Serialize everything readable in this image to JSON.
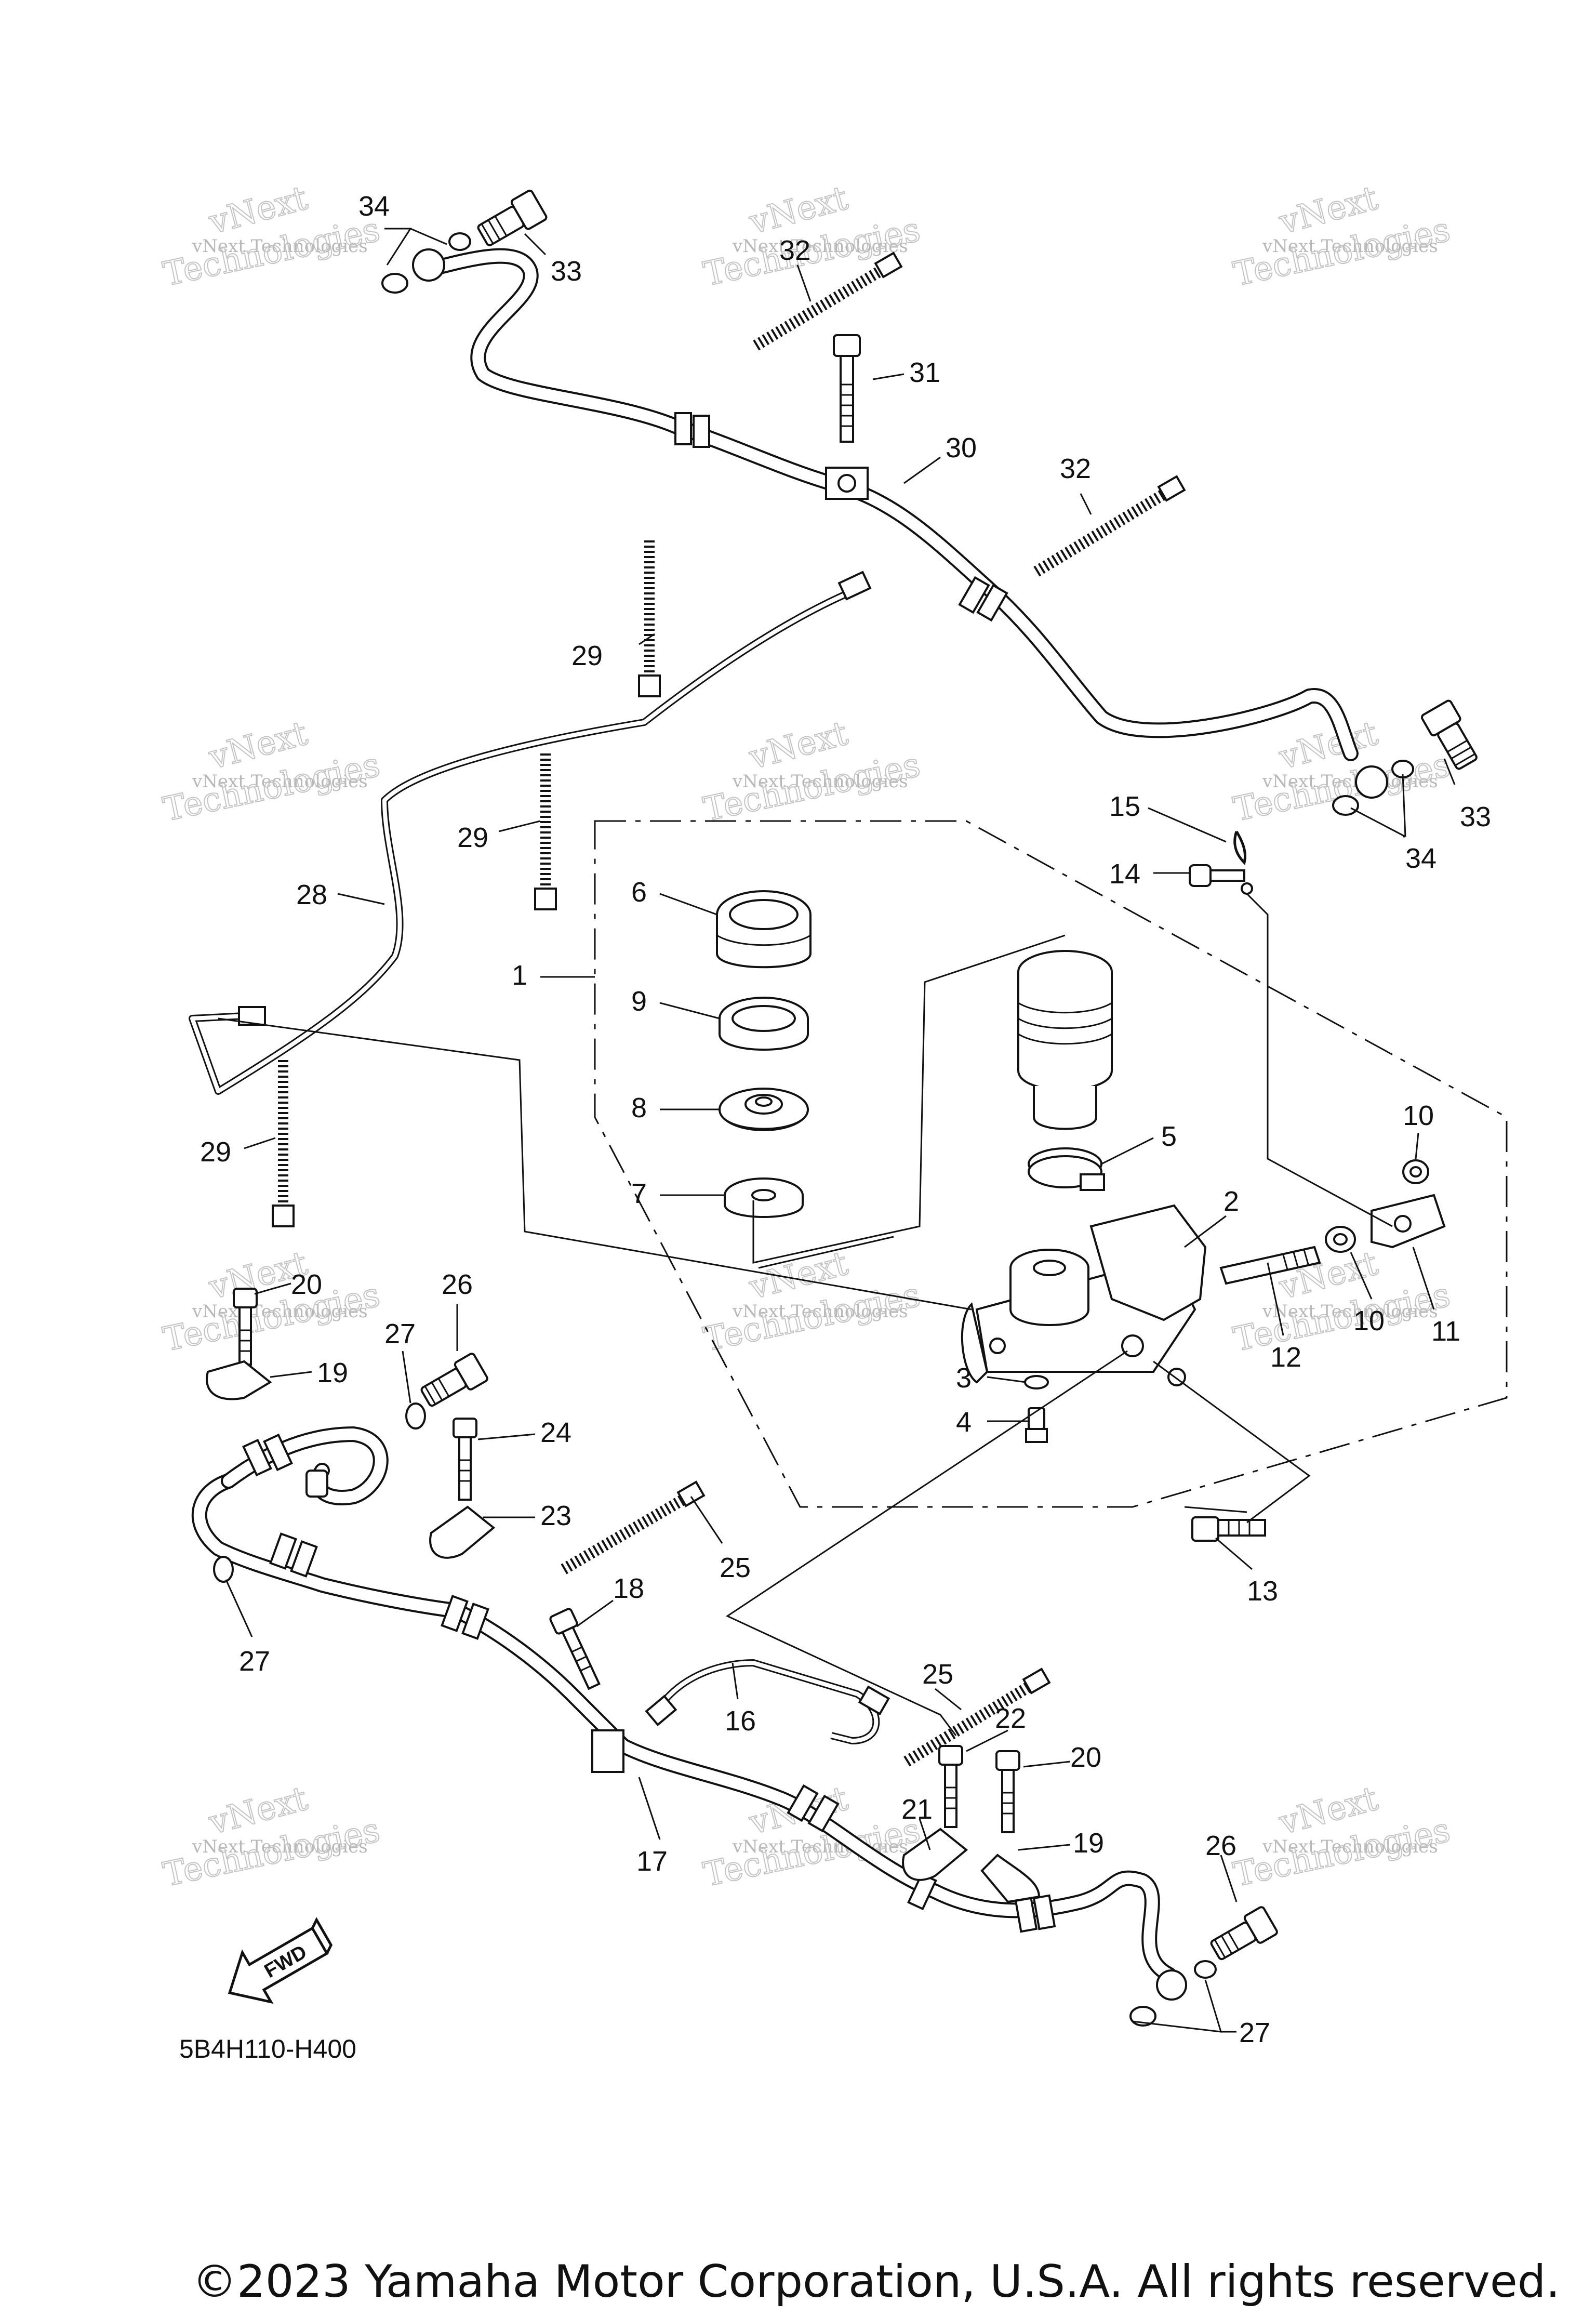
{
  "diagram": {
    "part_code": "5B4H110-H400",
    "copyright": "©2023 Yamaha Motor Corporation, U.S.A. All rights reserved.",
    "fwd_label": "FWD",
    "watermark": {
      "line1": "vNext",
      "line2": "vNext Technologies",
      "line3": "Technologies"
    },
    "callouts": [
      {
        "id": "c34a",
        "text": "34"
      },
      {
        "id": "c33a",
        "text": "33"
      },
      {
        "id": "c32a",
        "text": "32"
      },
      {
        "id": "c31",
        "text": "31"
      },
      {
        "id": "c30",
        "text": "30"
      },
      {
        "id": "c32b",
        "text": "32"
      },
      {
        "id": "c29a",
        "text": "29"
      },
      {
        "id": "c29b",
        "text": "29"
      },
      {
        "id": "c28",
        "text": "28"
      },
      {
        "id": "c29c",
        "text": "29"
      },
      {
        "id": "c15",
        "text": "15"
      },
      {
        "id": "c14",
        "text": "14"
      },
      {
        "id": "c33b",
        "text": "33"
      },
      {
        "id": "c34b",
        "text": "34"
      },
      {
        "id": "c1",
        "text": "1"
      },
      {
        "id": "c6",
        "text": "6"
      },
      {
        "id": "c9",
        "text": "9"
      },
      {
        "id": "c8",
        "text": "8"
      },
      {
        "id": "c7",
        "text": "7"
      },
      {
        "id": "c5",
        "text": "5"
      },
      {
        "id": "c10a",
        "text": "10"
      },
      {
        "id": "c2",
        "text": "2"
      },
      {
        "id": "c11",
        "text": "11"
      },
      {
        "id": "c10b",
        "text": "10"
      },
      {
        "id": "c12",
        "text": "12"
      },
      {
        "id": "c3",
        "text": "3"
      },
      {
        "id": "c4",
        "text": "4"
      },
      {
        "id": "c13",
        "text": "13"
      },
      {
        "id": "c20a",
        "text": "20"
      },
      {
        "id": "c26a",
        "text": "26"
      },
      {
        "id": "c27a",
        "text": "27"
      },
      {
        "id": "c19a",
        "text": "19"
      },
      {
        "id": "c24",
        "text": "24"
      },
      {
        "id": "c23",
        "text": "23"
      },
      {
        "id": "c25a",
        "text": "25"
      },
      {
        "id": "c27b",
        "text": "27"
      },
      {
        "id": "c18",
        "text": "18"
      },
      {
        "id": "c25b",
        "text": "25"
      },
      {
        "id": "c16",
        "text": "16"
      },
      {
        "id": "c22",
        "text": "22"
      },
      {
        "id": "c20b",
        "text": "20"
      },
      {
        "id": "c21",
        "text": "21"
      },
      {
        "id": "c19b",
        "text": "19"
      },
      {
        "id": "c17",
        "text": "17"
      },
      {
        "id": "c26b",
        "text": "26"
      },
      {
        "id": "c27c",
        "text": "27"
      }
    ]
  }
}
